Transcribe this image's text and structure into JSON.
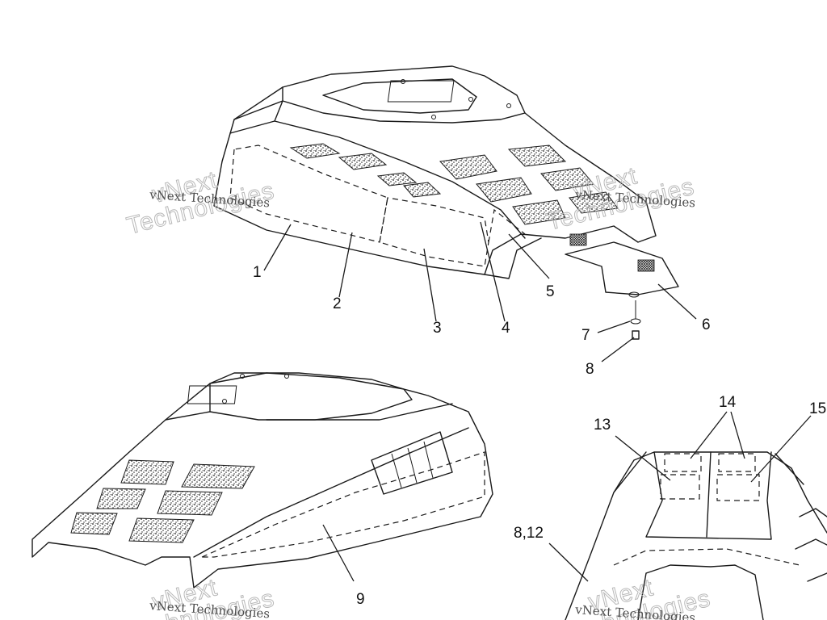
{
  "callouts": [
    {
      "id": "c1",
      "text": "1"
    },
    {
      "id": "c2",
      "text": "2"
    },
    {
      "id": "c3",
      "text": "3"
    },
    {
      "id": "c4",
      "text": "4"
    },
    {
      "id": "c5",
      "text": "5"
    },
    {
      "id": "c6",
      "text": "6"
    },
    {
      "id": "c7",
      "text": "7"
    },
    {
      "id": "c8",
      "text": "8"
    },
    {
      "id": "c9",
      "text": "9"
    },
    {
      "id": "c13",
      "text": "13"
    },
    {
      "id": "c14",
      "text": "14"
    },
    {
      "id": "c15",
      "text": "15"
    },
    {
      "id": "c812",
      "text": "8,12"
    }
  ],
  "watermark": {
    "small": "vNext Technologies",
    "large_line1": "vNext",
    "large_line2": "Technologies"
  },
  "colors": {
    "line": "#1a1a1a",
    "watermark": "#b8b8b8",
    "background": "#ffffff"
  }
}
